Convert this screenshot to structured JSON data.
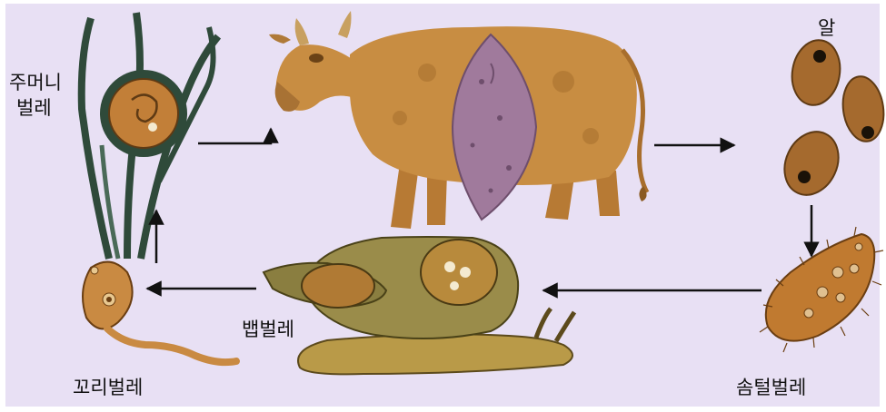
{
  "diagram": {
    "stages": [
      {
        "key": "egg",
        "label": "알"
      },
      {
        "key": "miracidium",
        "label": "솜털벌레"
      },
      {
        "key": "redia",
        "label": "뱁벌레"
      },
      {
        "key": "cercaria",
        "label": "꼬리벌레"
      },
      {
        "key": "metacercaria",
        "label_line1": "주머니",
        "label_line2": "벌레"
      }
    ],
    "colors": {
      "background": "#e8e0f4",
      "body_brown": "#c0853a",
      "liver_purple": "#a07a9c",
      "snail_olive": "#9a8c4a",
      "plant_green": "#2f4a3a"
    },
    "icons": [
      "cow-icon",
      "liver-icon",
      "egg-icon",
      "miracidium-icon",
      "snail-icon",
      "cercaria-icon",
      "cyst-plant-icon"
    ]
  }
}
